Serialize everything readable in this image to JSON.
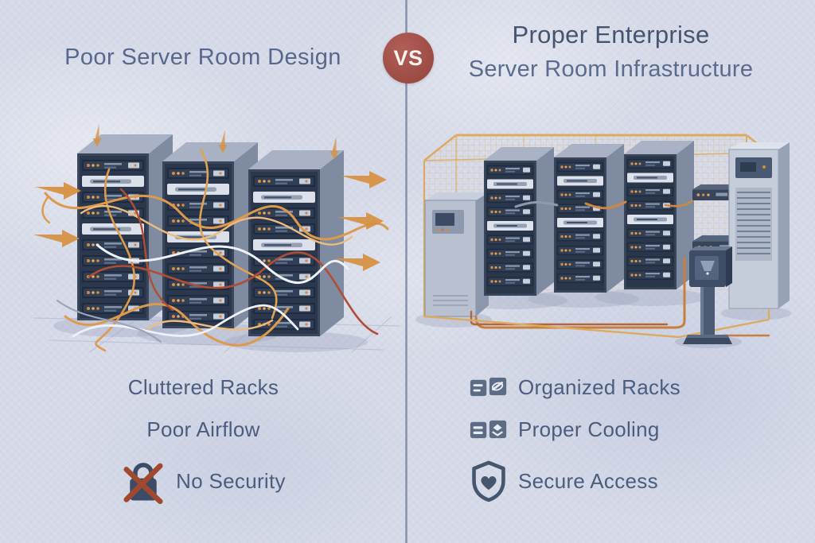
{
  "header": {
    "left_title": "Poor Server Room Design",
    "right_title_line1": "Proper Enterprise",
    "right_title_line2": "Server Room Infrastructure",
    "vs_label": "VS"
  },
  "left_panel": {
    "features": [
      {
        "label": "Cluttered Racks",
        "icon": "none"
      },
      {
        "label": "Poor Airflow",
        "icon": "none"
      },
      {
        "label": "No Security",
        "icon": "lock-crossed-icon"
      }
    ]
  },
  "right_panel": {
    "features": [
      {
        "label": "Organized Racks",
        "icon": "server-rack-pair-icon"
      },
      {
        "label": "Proper Cooling",
        "icon": "cooling-unit-pair-icon"
      },
      {
        "label": "Secure Access",
        "icon": "shield-heart-icon"
      }
    ]
  },
  "colors": {
    "background": "#d6dae8",
    "divider": "#707c93",
    "title_text": "#56688c",
    "feature_text": "#4b5d7e",
    "vs_badge_bg": "#9d4b45",
    "vs_badge_text": "#f5f2ef",
    "accent_orange": "#d98e42",
    "cage_amber": "#e2b269",
    "rack_slate": "#3a465c",
    "cross_red": "#a0492f"
  }
}
